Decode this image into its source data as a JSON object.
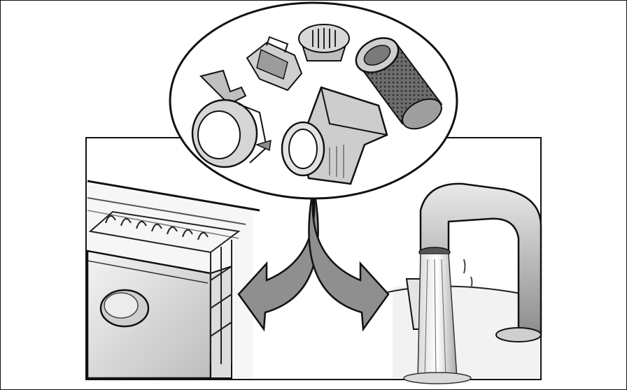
{
  "illustration": {
    "parts_group": [
      "filter-holder",
      "filter-cup",
      "filter-cap",
      "filter-cylinder",
      "filter-housing",
      "filter-funnel"
    ],
    "left_scene": "dishwasher",
    "right_scene": "running-tap",
    "arrows": [
      "arrow-left",
      "arrow-right"
    ],
    "colors": {
      "ink": "#111111",
      "bg": "#ffffff",
      "mid": "#9a9a9a",
      "dark": "#555555",
      "light": "#e6e6e6"
    }
  }
}
